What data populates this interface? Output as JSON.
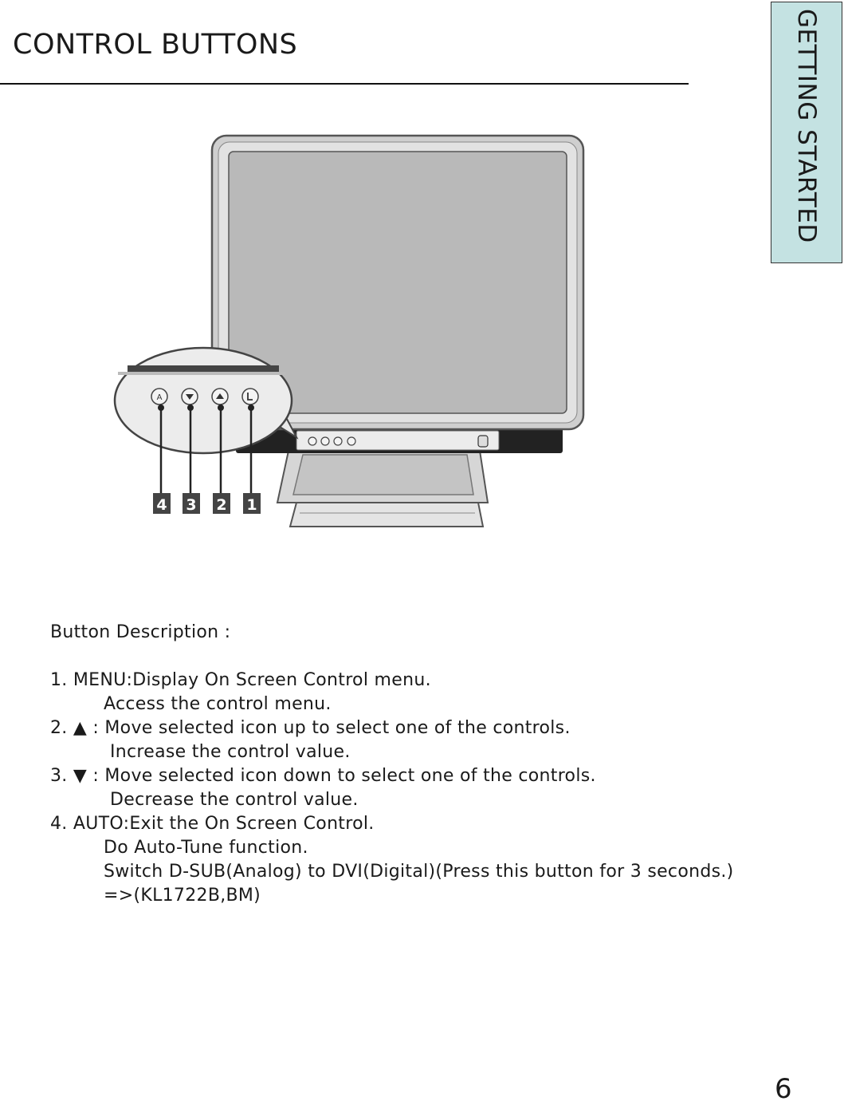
{
  "header": {
    "title": "CONTROL BUTTONS"
  },
  "side_tab": {
    "label": "GETTING STARTED"
  },
  "figure": {
    "callouts": [
      "4",
      "3",
      "2",
      "1"
    ]
  },
  "description": {
    "heading": "Button Description :",
    "items": [
      {
        "main": "1. MENU:Display On Screen Control menu.",
        "subs": [
          "Access the control menu."
        ]
      },
      {
        "main": "2. ▲ : Move selected icon up to select one of the controls.",
        "subs": [
          "Increase the control value."
        ]
      },
      {
        "main": "3. ▼ : Move selected icon down to select one of the controls.",
        "subs": [
          "Decrease the control value."
        ]
      },
      {
        "main": "4. AUTO:Exit the On Screen Control.",
        "subs": [
          "Do Auto-Tune function.",
          "Switch D-SUB(Analog) to DVI(Digital)(Press this button for 3 seconds.)",
          "=>(KL1722B,BM)"
        ]
      }
    ]
  },
  "footer": {
    "page_number": "6"
  }
}
